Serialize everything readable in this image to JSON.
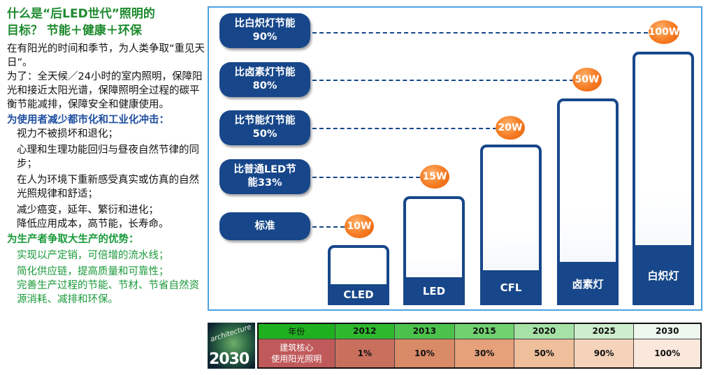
{
  "left": {
    "title_line1": "什么是“后LED世代”照明的",
    "title_line2": "目标？  节能＋健康＋环保",
    "para1": "在有阳光的时间和季节，为人类争取“重见天日”。",
    "para2": "为了：全天候／24小时的室内照明，保障阳光和接近太阳光谱，保障照明全过程的碳平衡节能减排，保障安全和健康使用。",
    "heading1": "为使用者减少都市化和工业化冲击：",
    "items1": [
      "视力不被损坏和退化；",
      "心理和生理功能回归与昼夜自然节律的同步；",
      "在人为环境下重新感受真实或仿真的自然光照规律和舒适；",
      "减少癌变，延年、繁衍和进化；",
      "降低应用成本，高节能，长寿命。"
    ],
    "heading2": "为生产者争取大生产的优势：",
    "items2": [
      "实现以产定销，可倍增的流水线；",
      "简化供应链，提高质量和可靠性；",
      "完善生产过程的节能、节材、节省自然资源消耗、减排和环保。"
    ]
  },
  "chart": {
    "pills": [
      {
        "line1": "比白炽灯节能",
        "line2": "90%"
      },
      {
        "line1": "比卤素灯节能",
        "line2": "80%"
      },
      {
        "line1": "比节能灯节能",
        "line2": "50%"
      },
      {
        "line1": "比普通LED节",
        "line2": "能33%"
      },
      {
        "line1": "标准",
        "line2": ""
      }
    ],
    "bars": [
      {
        "label": "CLED",
        "watt": "10W"
      },
      {
        "label": "LED",
        "watt": "15W"
      },
      {
        "label": "CFL",
        "watt": "20W"
      },
      {
        "label": "卤素灯",
        "watt": "50W"
      },
      {
        "label": "白炽灯",
        "watt": "100W"
      }
    ]
  },
  "table": {
    "badge_word": "architecture",
    "badge_year": "2030",
    "header_label": "年份",
    "years": [
      "2012",
      "2013",
      "2015",
      "2020",
      "2025",
      "2030"
    ],
    "row_label_line1": "建筑核心",
    "row_label_line2": "使用阳光照明",
    "values": [
      "1%",
      "10%",
      "30%",
      "50%",
      "90%",
      "100%"
    ],
    "colors": {
      "header_bg": "#1fb01f",
      "row_label_bg": "#c05a5a",
      "year_bgs": [
        "#2eb82e",
        "#4cc24c",
        "#6fd26f",
        "#a6e2a6",
        "#cdeecd",
        "#eef8ee"
      ],
      "value_bgs": [
        "#c96f5d",
        "#d98a67",
        "#e6a07a",
        "#efbe9b",
        "#f5d3bb",
        "#fbe8dc"
      ]
    }
  }
}
